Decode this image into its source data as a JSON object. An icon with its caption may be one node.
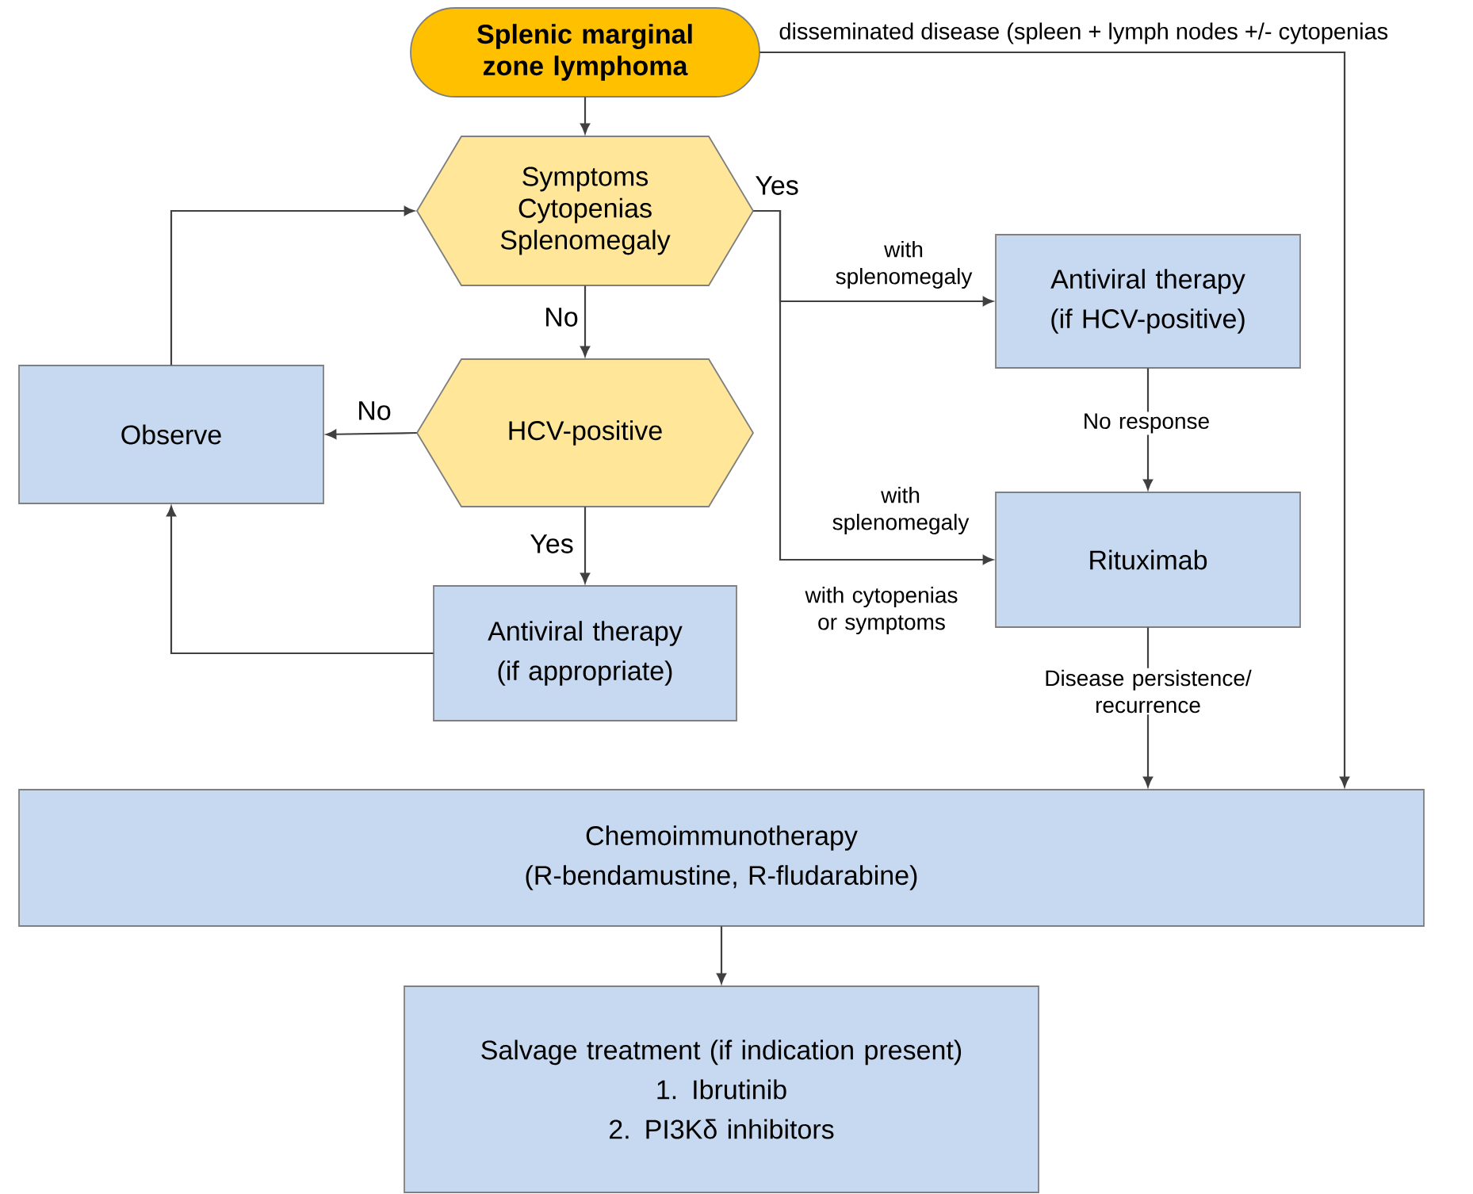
{
  "diagram": {
    "nodes": [
      {
        "text": [
          "Splenic marginal zone lymphoma"
        ]
      },
      {
        "text": [
          "Symptoms",
          "Cytopenias",
          "Splenomegaly"
        ]
      },
      {
        "text": [
          "HCV-positive"
        ]
      },
      {
        "text": [
          "Observe"
        ]
      },
      {
        "text": [
          "Antiviral therapy",
          "(if appropriate)"
        ]
      },
      {
        "text": [
          "Antiviral therapy",
          "(if HCV-positive)"
        ]
      },
      {
        "text": [
          "Rituximab"
        ]
      },
      {
        "text": [
          "Chemoimmunotherapy",
          "(R-bendamustine, R-fludarabine)"
        ]
      },
      {
        "text": [
          "Salvage treatment (if indication present)",
          "1. Ibrutinib",
          "2. PI3Kδ inhibitors"
        ]
      }
    ],
    "edges": [
      {
        "from": 0,
        "to": 1,
        "arrow": "to"
      },
      {
        "from": 1,
        "to": 2,
        "arrow": "to",
        "label": "No"
      },
      {
        "from": 2,
        "to": 3,
        "arrow": "to",
        "label": "No"
      },
      {
        "from": 2,
        "to": 4,
        "arrow": "to",
        "label": "Yes"
      },
      {
        "from": 4,
        "to": 3,
        "arrow": "to"
      },
      {
        "from": 3,
        "to": 1,
        "arrow": "to"
      },
      {
        "from": 1,
        "to": 5,
        "arrow": "to",
        "label": "with splenomegaly"
      },
      {
        "from": 1,
        "to": 6,
        "arrow": "to",
        "label": "with splenomegaly"
      },
      {
        "from": 5,
        "to": 6,
        "arrow": "to",
        "label": "No response"
      },
      {
        "from": 6,
        "to": 7,
        "arrow": "to",
        "label": "Disease persistence/ recurrence"
      },
      {
        "from": 0,
        "to": 7,
        "arrow": "to",
        "label": "disseminated disease (spleen + lymph nodes +/- cytopenias"
      },
      {
        "from": 7,
        "to": 8,
        "arrow": "to"
      }
    ],
    "labels": [
      "Yes",
      "with cytopenias or symptoms"
    ]
  }
}
